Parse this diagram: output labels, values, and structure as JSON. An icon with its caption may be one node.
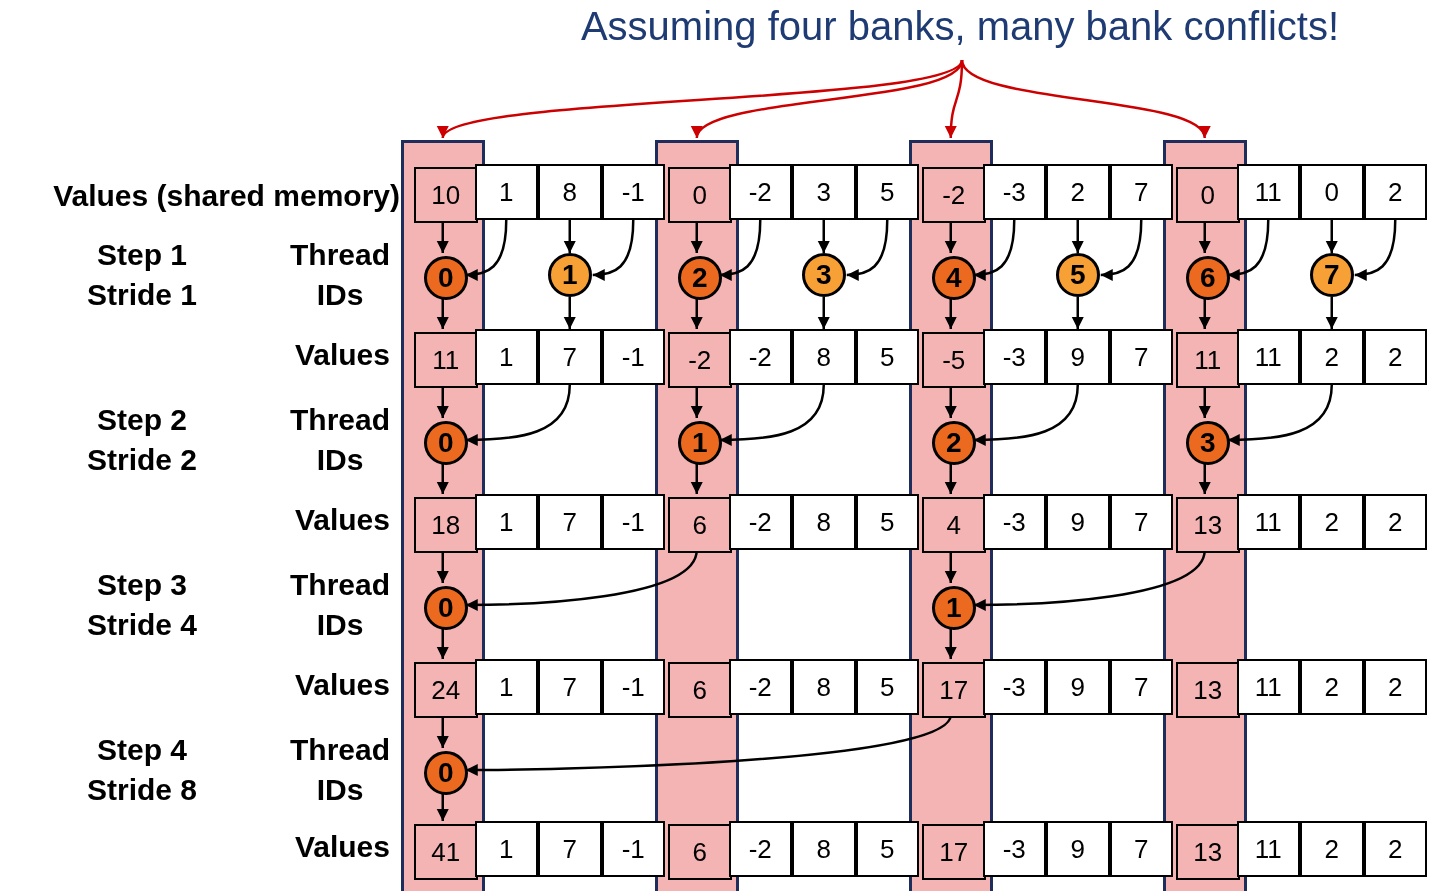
{
  "diagram": {
    "nodes": [
      {
        "text": [
          "Assuming four banks, many bank conflicts!"
        ]
      },
      {
        "text": [],
        "shape": "bar"
      },
      {
        "text": [],
        "shape": "bar"
      },
      {
        "text": [],
        "shape": "bar"
      },
      {
        "text": [],
        "shape": "bar"
      },
      {
        "text": [
          "10"
        ],
        "in": 1
      },
      {
        "text": [
          "1"
        ]
      },
      {
        "text": [
          "8"
        ]
      },
      {
        "text": [
          "-1"
        ]
      },
      {
        "text": [
          "0"
        ],
        "in": 2
      },
      {
        "text": [
          "-2"
        ]
      },
      {
        "text": [
          "3"
        ]
      },
      {
        "text": [
          "5"
        ]
      },
      {
        "text": [
          "-2"
        ],
        "in": 3
      },
      {
        "text": [
          "-3"
        ]
      },
      {
        "text": [
          "2"
        ]
      },
      {
        "text": [
          "7"
        ]
      },
      {
        "text": [
          "0"
        ],
        "in": 4
      },
      {
        "text": [
          "11"
        ]
      },
      {
        "text": [
          "0"
        ]
      },
      {
        "text": [
          "2"
        ]
      },
      {
        "text": [
          "0"
        ],
        "in": 1
      },
      {
        "text": [
          "1"
        ]
      },
      {
        "text": [
          "2"
        ],
        "in": 2
      },
      {
        "text": [
          "3"
        ]
      },
      {
        "text": [
          "4"
        ],
        "in": 3
      },
      {
        "text": [
          "5"
        ]
      },
      {
        "text": [
          "6"
        ],
        "in": 4
      },
      {
        "text": [
          "7"
        ]
      },
      {
        "text": [
          "11"
        ],
        "in": 1
      },
      {
        "text": [
          "1"
        ]
      },
      {
        "text": [
          "7"
        ]
      },
      {
        "text": [
          "-1"
        ]
      },
      {
        "text": [
          "-2"
        ],
        "in": 2
      },
      {
        "text": [
          "-2"
        ]
      },
      {
        "text": [
          "8"
        ]
      },
      {
        "text": [
          "5"
        ]
      },
      {
        "text": [
          "-5"
        ],
        "in": 3
      },
      {
        "text": [
          "-3"
        ]
      },
      {
        "text": [
          "9"
        ]
      },
      {
        "text": [
          "7"
        ]
      },
      {
        "text": [
          "11"
        ],
        "in": 4
      },
      {
        "text": [
          "11"
        ]
      },
      {
        "text": [
          "2"
        ]
      },
      {
        "text": [
          "2"
        ]
      },
      {
        "text": [
          "0"
        ],
        "in": 1
      },
      {
        "text": [
          "1"
        ],
        "in": 2
      },
      {
        "text": [
          "2"
        ],
        "in": 3
      },
      {
        "text": [
          "3"
        ],
        "in": 4
      },
      {
        "text": [
          "18"
        ],
        "in": 1
      },
      {
        "text": [
          "1"
        ]
      },
      {
        "text": [
          "7"
        ]
      },
      {
        "text": [
          "-1"
        ]
      },
      {
        "text": [
          "6"
        ],
        "in": 2
      },
      {
        "text": [
          "-2"
        ]
      },
      {
        "text": [
          "8"
        ]
      },
      {
        "text": [
          "5"
        ]
      },
      {
        "text": [
          "4"
        ],
        "in": 3
      },
      {
        "text": [
          "-3"
        ]
      },
      {
        "text": [
          "9"
        ]
      },
      {
        "text": [
          "7"
        ]
      },
      {
        "text": [
          "13"
        ],
        "in": 4
      },
      {
        "text": [
          "11"
        ]
      },
      {
        "text": [
          "2"
        ]
      },
      {
        "text": [
          "2"
        ]
      },
      {
        "text": [
          "0"
        ],
        "in": 1
      },
      {
        "text": [
          "1"
        ],
        "in": 3
      },
      {
        "text": [
          "24"
        ],
        "in": 1
      },
      {
        "text": [
          "1"
        ]
      },
      {
        "text": [
          "7"
        ]
      },
      {
        "text": [
          "-1"
        ]
      },
      {
        "text": [
          "6"
        ],
        "in": 2
      },
      {
        "text": [
          "-2"
        ]
      },
      {
        "text": [
          "8"
        ]
      },
      {
        "text": [
          "5"
        ]
      },
      {
        "text": [
          "17"
        ],
        "in": 3
      },
      {
        "text": [
          "-3"
        ]
      },
      {
        "text": [
          "9"
        ]
      },
      {
        "text": [
          "7"
        ]
      },
      {
        "text": [
          "13"
        ],
        "in": 4
      },
      {
        "text": [
          "11"
        ]
      },
      {
        "text": [
          "2"
        ]
      },
      {
        "text": [
          "2"
        ]
      },
      {
        "text": [
          "0"
        ],
        "in": 1
      },
      {
        "text": [
          "41"
        ],
        "in": 1
      },
      {
        "text": [
          "1"
        ]
      },
      {
        "text": [
          "7"
        ]
      },
      {
        "text": [
          "-1"
        ]
      },
      {
        "text": [
          "6"
        ],
        "in": 2
      },
      {
        "text": [
          "-2"
        ]
      },
      {
        "text": [
          "8"
        ]
      },
      {
        "text": [
          "5"
        ]
      },
      {
        "text": [
          "17"
        ],
        "in": 3
      },
      {
        "text": [
          "-3"
        ]
      },
      {
        "text": [
          "9"
        ]
      },
      {
        "text": [
          "7"
        ]
      },
      {
        "text": [
          "13"
        ],
        "in": 4
      },
      {
        "text": [
          "11"
        ]
      },
      {
        "text": [
          "2"
        ]
      },
      {
        "text": [
          "2"
        ]
      }
    ],
    "edges": [
      {
        "from": 0,
        "to": 1,
        "arrow": "to",
        "color": "#cc0000"
      },
      {
        "from": 0,
        "to": 2,
        "arrow": "to",
        "color": "#cc0000"
      },
      {
        "from": 0,
        "to": 3,
        "arrow": "to",
        "color": "#cc0000"
      },
      {
        "from": 0,
        "to": 4,
        "arrow": "to",
        "color": "#cc0000"
      },
      {
        "from": 5,
        "to": 21,
        "arrow": "to"
      },
      {
        "from": 6,
        "to": 21,
        "arrow": "to"
      },
      {
        "from": 21,
        "to": 29,
        "arrow": "to"
      },
      {
        "from": 7,
        "to": 22,
        "arrow": "to"
      },
      {
        "from": 8,
        "to": 22,
        "arrow": "to"
      },
      {
        "from": 22,
        "to": 31,
        "arrow": "to"
      },
      {
        "from": 9,
        "to": 23,
        "arrow": "to"
      },
      {
        "from": 10,
        "to": 23,
        "arrow": "to"
      },
      {
        "from": 23,
        "to": 33,
        "arrow": "to"
      },
      {
        "from": 11,
        "to": 24,
        "arrow": "to"
      },
      {
        "from": 12,
        "to": 24,
        "arrow": "to"
      },
      {
        "from": 24,
        "to": 35,
        "arrow": "to"
      },
      {
        "from": 13,
        "to": 25,
        "arrow": "to"
      },
      {
        "from": 14,
        "to": 25,
        "arrow": "to"
      },
      {
        "from": 25,
        "to": 37,
        "arrow": "to"
      },
      {
        "from": 15,
        "to": 26,
        "arrow": "to"
      },
      {
        "from": 16,
        "to": 26,
        "arrow": "to"
      },
      {
        "from": 26,
        "to": 39,
        "arrow": "to"
      },
      {
        "from": 17,
        "to": 27,
        "arrow": "to"
      },
      {
        "from": 18,
        "to": 27,
        "arrow": "to"
      },
      {
        "from": 27,
        "to": 41,
        "arrow": "to"
      },
      {
        "from": 19,
        "to": 28,
        "arrow": "to"
      },
      {
        "from": 20,
        "to": 28,
        "arrow": "to"
      },
      {
        "from": 28,
        "to": 43,
        "arrow": "to"
      },
      {
        "from": 29,
        "to": 45,
        "arrow": "to"
      },
      {
        "from": 31,
        "to": 45,
        "arrow": "to"
      },
      {
        "from": 45,
        "to": 49,
        "arrow": "to"
      },
      {
        "from": 33,
        "to": 46,
        "arrow": "to"
      },
      {
        "from": 35,
        "to": 46,
        "arrow": "to"
      },
      {
        "from": 46,
        "to": 53,
        "arrow": "to"
      },
      {
        "from": 37,
        "to": 47,
        "arrow": "to"
      },
      {
        "from": 39,
        "to": 47,
        "arrow": "to"
      },
      {
        "from": 47,
        "to": 57,
        "arrow": "to"
      },
      {
        "from": 41,
        "to": 48,
        "arrow": "to"
      },
      {
        "from": 43,
        "to": 48,
        "arrow": "to"
      },
      {
        "from": 48,
        "to": 61,
        "arrow": "to"
      },
      {
        "from": 49,
        "to": 65,
        "arrow": "to"
      },
      {
        "from": 53,
        "to": 65,
        "arrow": "to"
      },
      {
        "from": 65,
        "to": 67,
        "arrow": "to"
      },
      {
        "from": 57,
        "to": 66,
        "arrow": "to"
      },
      {
        "from": 61,
        "to": 66,
        "arrow": "to"
      },
      {
        "from": 66,
        "to": 75,
        "arrow": "to"
      },
      {
        "from": 67,
        "to": 83,
        "arrow": "to"
      },
      {
        "from": 75,
        "to": 83,
        "arrow": "to"
      },
      {
        "from": 83,
        "to": 84,
        "arrow": "to"
      }
    ],
    "labels": [
      "Values (shared memory)",
      "Step 1 Stride 1",
      "Thread IDs",
      "Values",
      "Step 2 Stride 2",
      "Thread IDs",
      "Values",
      "Step 3 Stride 4",
      "Thread IDs",
      "Values",
      "Step 4 Stride 8",
      "Thread IDs",
      "Values"
    ]
  }
}
